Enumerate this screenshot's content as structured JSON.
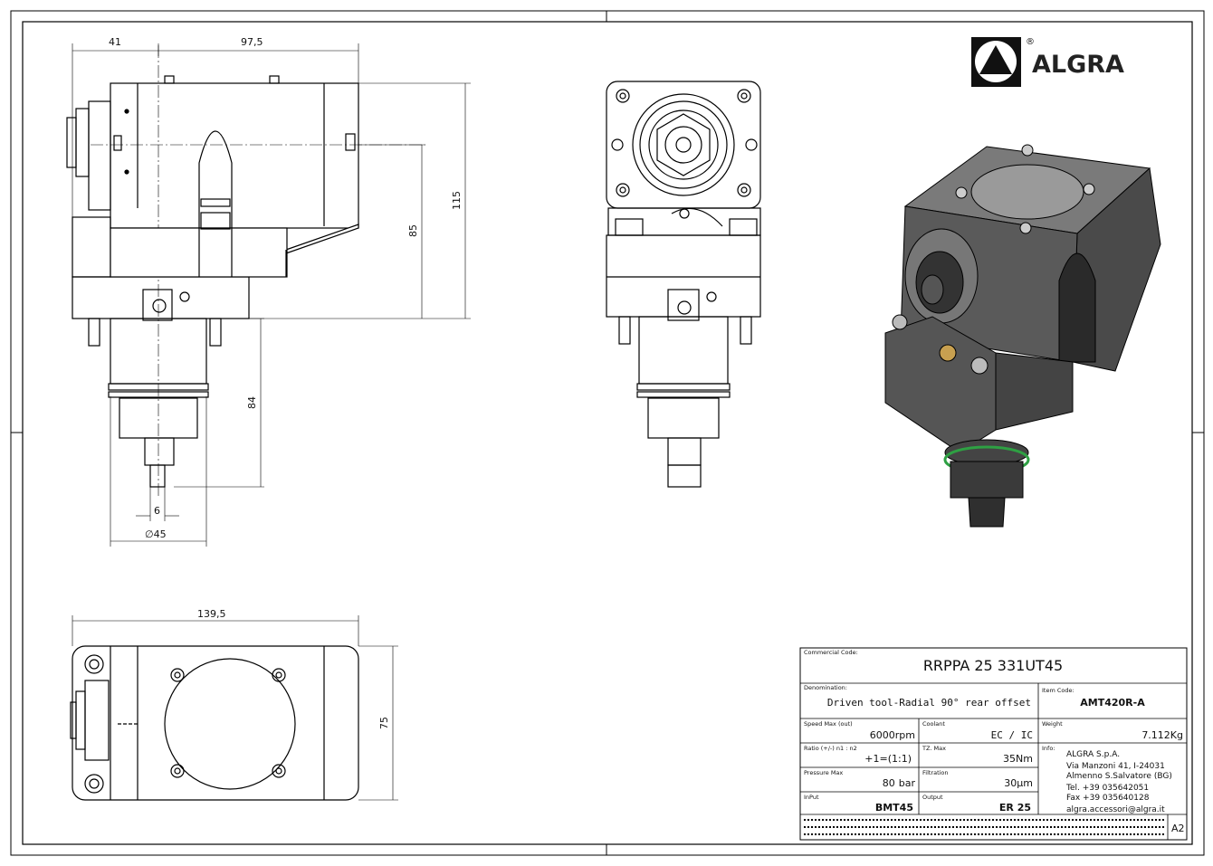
{
  "brand": {
    "name": "ALGRA",
    "registered_mark": "®"
  },
  "dimensions": {
    "side_width_left": "41",
    "side_width_right": "97,5",
    "height_85": "85",
    "height_115": "115",
    "shank_length": "84",
    "drive_width": "6",
    "diameter": "∅45",
    "top_length": "139,5",
    "top_width": "75"
  },
  "title_block": {
    "commercial_code_label": "Commercial Code:",
    "commercial_code": "RRPPA 25 331UT45",
    "denomination_label": "Denomination:",
    "denomination": "Driven tool-Radial 90° rear offset",
    "item_code_label": "Item Code:",
    "item_code": "AMT420R-A",
    "speed_label": "Speed Max (out)",
    "speed_value": "6000",
    "speed_unit": "rpm",
    "coolant_label": "Coolant",
    "coolant_value": "EC / IC",
    "weight_label": "Weight",
    "weight_value": "7.112Kg",
    "ratio_label": "Ratio (+/-) n1 : n2",
    "ratio_value": "+1=(1:1)",
    "torque_label": "TZ. Max",
    "torque_value": "35",
    "torque_unit": "Nm",
    "info_label": "Info:",
    "pressure_label": "Pressure Max",
    "pressure_value": "80",
    "pressure_unit": "bar",
    "filtration_label": "Filtration",
    "filtration_value": "30",
    "filtration_unit": "µm",
    "input_label": "InPut",
    "input_value": "BMT45",
    "output_label": "Output",
    "output_value": "ER 25",
    "info_lines": [
      "ALGRA S.p.A.",
      "Via Manzoni 41, I-24031",
      "Almenno S.Salvatore (BG)",
      "Tel. +39 035642051",
      "Fax +39 035640128",
      "algra.accessori@algra.it"
    ],
    "sheet_size": "A2"
  }
}
